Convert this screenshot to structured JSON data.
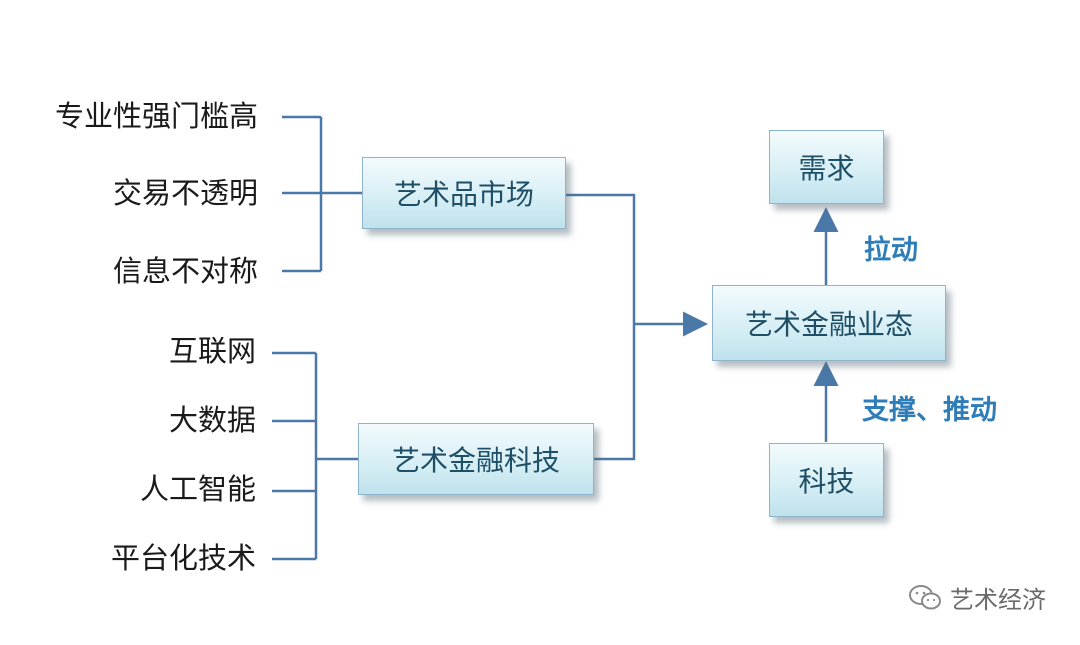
{
  "left_groups": {
    "market_factors": [
      "专业性强门槛高",
      "交易不透明",
      "信息不对称"
    ],
    "tech_factors": [
      "互联网",
      "大数据",
      "人工智能",
      "平台化技术"
    ]
  },
  "boxes": {
    "art_market": "艺术品市场",
    "art_fintech": "艺术金融科技",
    "art_finance_business": "艺术金融业态",
    "demand": "需求",
    "technology": "科技"
  },
  "edge_labels": {
    "pull": "拉动",
    "support_push": "支撑、推动"
  },
  "watermark": {
    "text": "艺术经济",
    "icon": "wechat-icon"
  },
  "colors": {
    "connector": "#4a78a8",
    "edge_label": "#2f7db8",
    "box_text": "#1f4f67"
  }
}
